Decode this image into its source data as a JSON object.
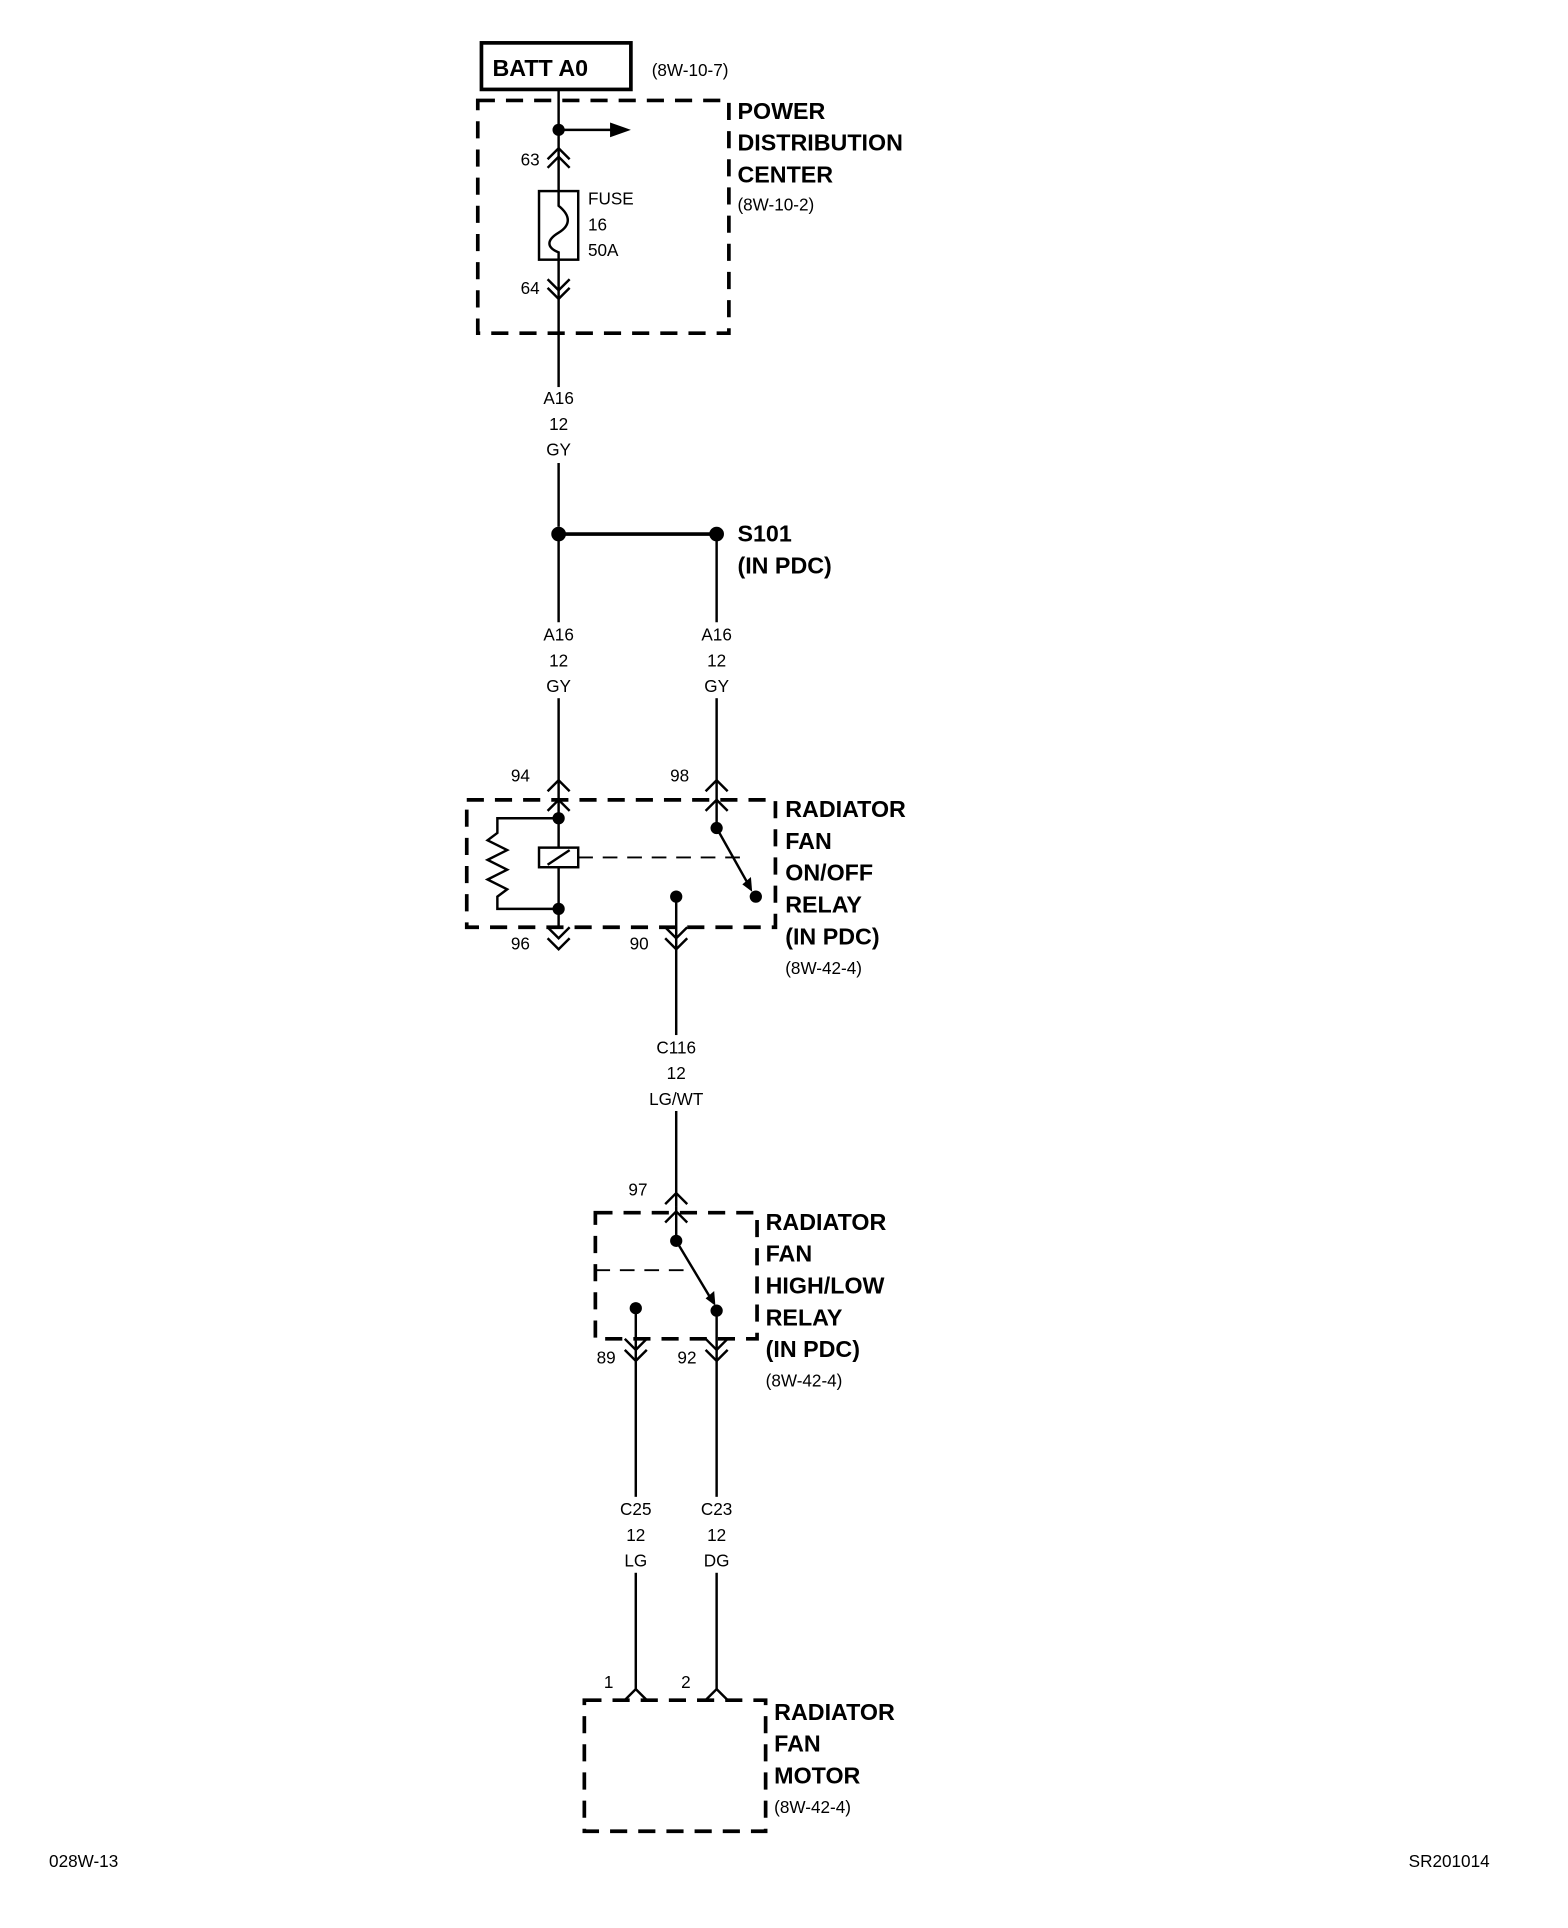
{
  "battery": {
    "label": "BATT A0",
    "ref": "(8W-10-7)"
  },
  "pdc": {
    "lines": [
      "POWER",
      "DISTRIBUTION",
      "CENTER"
    ],
    "ref": "(8W-10-2)",
    "pin_in": "63",
    "pin_out": "64",
    "fuse": [
      "FUSE",
      "16",
      "50A"
    ]
  },
  "wire_a16_top": [
    "A16",
    "12",
    "GY"
  ],
  "splice": {
    "name": "S101",
    "location": "(IN PDC)"
  },
  "wire_a16_left": [
    "A16",
    "12",
    "GY"
  ],
  "wire_a16_right": [
    "A16",
    "12",
    "GY"
  ],
  "onoff_relay": {
    "lines": [
      "RADIATOR",
      "FAN",
      "ON/OFF",
      "RELAY",
      "(IN PDC)"
    ],
    "ref": "(8W-42-4)",
    "pins": {
      "p94": "94",
      "p98": "98",
      "p96": "96",
      "p90": "90"
    }
  },
  "wire_c116": [
    "C116",
    "12",
    "LG/WT"
  ],
  "highlow_relay": {
    "lines": [
      "RADIATOR",
      "FAN",
      "HIGH/LOW",
      "RELAY",
      "(IN PDC)"
    ],
    "ref": "(8W-42-4)",
    "pins": {
      "p97": "97",
      "p89": "89",
      "p92": "92"
    }
  },
  "wire_c25": [
    "C25",
    "12",
    "LG"
  ],
  "wire_c23": [
    "C23",
    "12",
    "DG"
  ],
  "motor": {
    "lines": [
      "RADIATOR",
      "FAN",
      "MOTOR"
    ],
    "ref": "(8W-42-4)",
    "pins": {
      "p1": "1",
      "p2": "2"
    }
  },
  "footer": {
    "left": "028W-13",
    "right": "SR201014"
  }
}
